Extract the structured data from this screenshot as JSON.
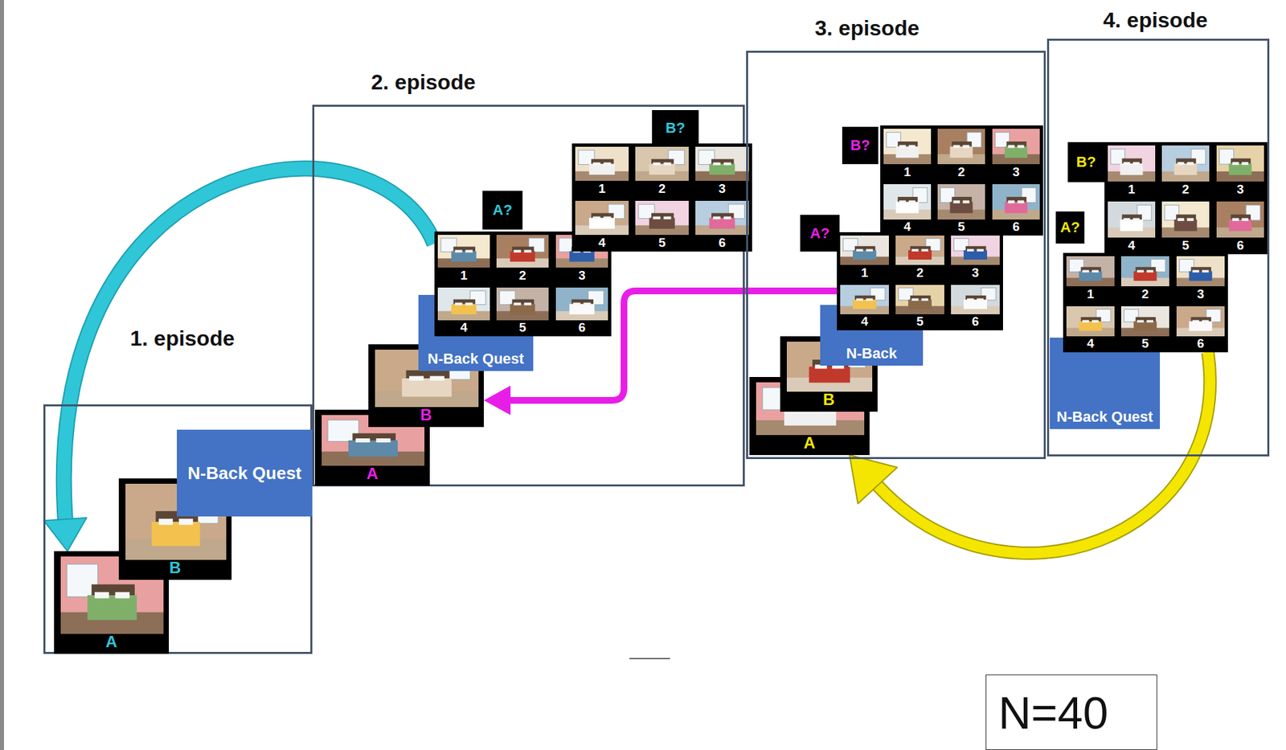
{
  "diagram": {
    "nodes": [
      {
        "text": [
          "1. episode"
        ]
      },
      {
        "text": [
          "A"
        ],
        "in": 0
      },
      {
        "text": [
          "B"
        ],
        "in": 0
      },
      {
        "text": [
          "N-Back Quest"
        ],
        "in": 0
      },
      {
        "text": [
          "2. episode"
        ]
      },
      {
        "text": [
          "A"
        ],
        "in": 4
      },
      {
        "text": [
          "B"
        ],
        "in": 4
      },
      {
        "text": [
          "N-Back Quest"
        ],
        "in": 4
      },
      {
        "text": [
          "A?",
          "1",
          "2",
          "3",
          "4",
          "5",
          "6"
        ],
        "in": 4
      },
      {
        "text": [
          "B?",
          "1",
          "2",
          "3",
          "4",
          "5",
          "6"
        ],
        "in": 4
      },
      {
        "text": [
          "3. episode"
        ]
      },
      {
        "text": [
          "A"
        ],
        "in": 10
      },
      {
        "text": [
          "B"
        ],
        "in": 10
      },
      {
        "text": [
          "N-Back"
        ],
        "in": 10
      },
      {
        "text": [
          "A?",
          "1",
          "2",
          "3",
          "4",
          "5",
          "6"
        ],
        "in": 10
      },
      {
        "text": [
          "B?",
          "1",
          "2",
          "3",
          "4",
          "5",
          "6"
        ],
        "in": 10
      },
      {
        "text": [
          "4. episode"
        ]
      },
      {
        "text": [
          "N-Back Quest"
        ],
        "in": 16
      },
      {
        "text": [
          "A?",
          "1",
          "2",
          "3",
          "4",
          "5",
          "6"
        ],
        "in": 16
      },
      {
        "text": [
          "B?",
          "1",
          "2",
          "3",
          "4",
          "5",
          "6"
        ],
        "in": 16
      },
      {
        "text": [
          "N=40"
        ]
      }
    ],
    "edges": [
      {
        "from": 8,
        "to": 1,
        "arrow": "to"
      },
      {
        "from": 14,
        "to": 6,
        "arrow": "to"
      },
      {
        "from": 18,
        "to": 11,
        "arrow": "to"
      }
    ]
  }
}
